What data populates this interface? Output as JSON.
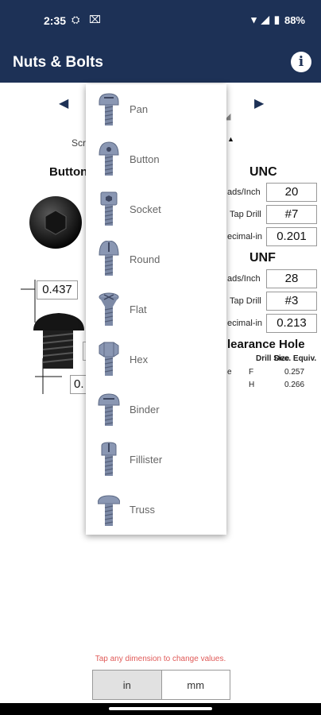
{
  "status": {
    "time": "2:35",
    "battery": "88%"
  },
  "app": {
    "title": "Nuts & Bolts",
    "info_icon": "i"
  },
  "screen": {
    "screw_label_partial": "Scr",
    "head_name_partial": "Button",
    "dim_head_dia": "0.437",
    "dim_other_partial": "0.",
    "unc": {
      "title": "UNC",
      "threads_label": "ads/Inch",
      "threads_value": "20",
      "tap_label": "Tap Drill",
      "tap_value": "#7",
      "dec_label": "ecimal-in",
      "dec_value": "0.201"
    },
    "unf": {
      "title": "UNF",
      "threads_label": "ads/Inch",
      "threads_value": "28",
      "tap_label": "Tap Drill",
      "tap_value": "#3",
      "dec_label": "ecimal-in",
      "dec_value": "0.213"
    },
    "clearance": {
      "title": "learance Hole",
      "col_drill": "Drill Size",
      "col_dec": "Dec. Equiv.",
      "rows": [
        {
          "fit": "e",
          "size": "F",
          "dec": "0.257"
        },
        {
          "fit": "",
          "size": "H",
          "dec": "0.266"
        }
      ]
    }
  },
  "dropdown": {
    "items": [
      {
        "label": "Pan",
        "icon": "pan-head-screw-icon"
      },
      {
        "label": "Button",
        "icon": "button-head-screw-icon"
      },
      {
        "label": "Socket",
        "icon": "socket-head-screw-icon"
      },
      {
        "label": "Round",
        "icon": "round-head-screw-icon"
      },
      {
        "label": "Flat",
        "icon": "flat-head-screw-icon"
      },
      {
        "label": "Hex",
        "icon": "hex-head-screw-icon"
      },
      {
        "label": "Binder",
        "icon": "binder-head-screw-icon"
      },
      {
        "label": "Fillister",
        "icon": "fillister-head-screw-icon"
      },
      {
        "label": "Truss",
        "icon": "truss-head-screw-icon"
      }
    ]
  },
  "hint": "Tap any dimension to change values.",
  "units": {
    "inch": "in",
    "mm": "mm",
    "selected": "in"
  },
  "colors": {
    "app_bar": "#1d3156",
    "hint": "#e05a58",
    "steel": "#7d8aa6"
  }
}
